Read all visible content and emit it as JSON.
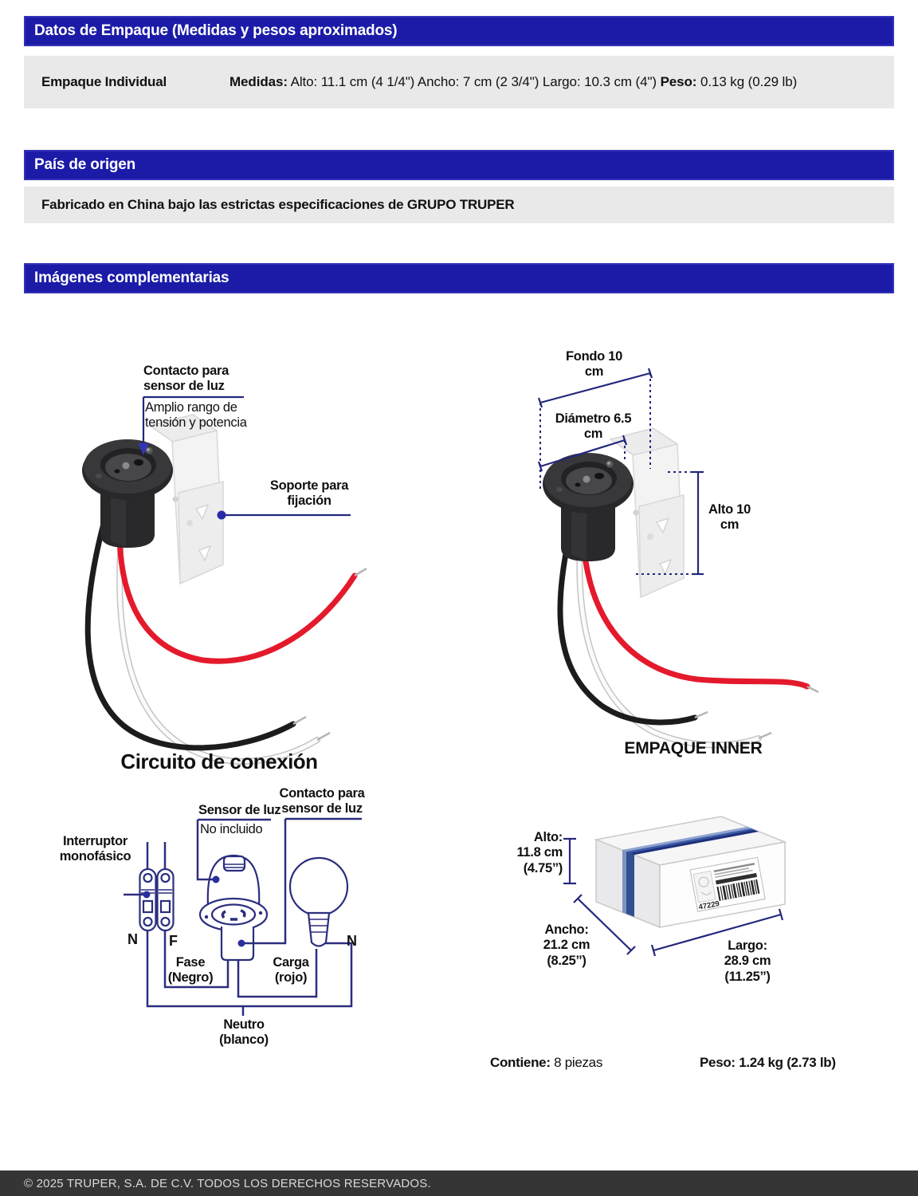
{
  "empaque": {
    "title": "Datos de Empaque (Medidas y pesos aproximados)",
    "row_label": "Empaque Individual",
    "medidas_label": "Medidas:",
    "medidas_value": " Alto: 11.1 cm (4 1/4\") Ancho: 7 cm (2 3/4\") Largo: 10.3 cm (4\") ",
    "peso_label": "Peso:",
    "peso_value": " 0.13 kg (0.29 lb)"
  },
  "origen": {
    "title": "País de origen",
    "text": "Fabricado en China bajo las estrictas especificaciones de GRUPO TRUPER"
  },
  "imagenes_title": "Imágenes complementarias",
  "fig_producto": {
    "contacto": "Contacto para sensor de luz",
    "nota": "Amplio rango de tensión y potencia",
    "soporte": "Soporte para fijación"
  },
  "fig_medidas": {
    "fondo": "Fondo 10 cm",
    "diametro": "Diámetro 6.5 cm",
    "alto": "Alto 10 cm"
  },
  "circuito": {
    "title": "Circuito de conexión",
    "contacto": "Contacto para sensor de luz",
    "sensor": "Sensor de luz",
    "no_incluido": "No incluido",
    "interruptor": "Interruptor monofásico",
    "n_izq": "N",
    "f": "F",
    "n_der": "N",
    "fase": "Fase (Negro)",
    "carga": "Carga (rojo)",
    "neutro": "Neutro (blanco)"
  },
  "inner": {
    "title": "EMPAQUE INNER",
    "alto_label": "Alto:",
    "alto_cm": "11.8 cm",
    "alto_in": "(4.75’’)",
    "ancho_label": "Ancho:",
    "ancho_cm": "21.2 cm",
    "ancho_in": "(8.25’’)",
    "largo_label": "Largo:",
    "largo_cm": "28.9 cm",
    "largo_in": "(11.25’’)",
    "codigo": "47229",
    "contiene_label": "Contiene:",
    "contiene_value": " 8 piezas",
    "peso_label": "Peso:",
    "peso_value": " 1.24 kg (2.73 lb)"
  },
  "footer": "© 2025 TRUPER, S.A. DE C.V. TODOS LOS DERECHOS RESERVADOS.",
  "colors": {
    "header_bar": "#1b1ba8",
    "row_bg": "#e9e9e9",
    "annotation_navy": "#23277c",
    "circuit_navy": "#2b2e7e",
    "dot_blue": "#2a2aa6",
    "wire_red": "#e41a2c",
    "footer_bg": "#353535"
  }
}
